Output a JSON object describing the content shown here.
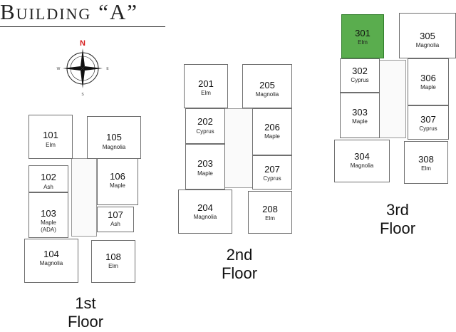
{
  "title": "Building “A”",
  "compass": {
    "n": "N",
    "s": "S",
    "e": "E",
    "w": "W",
    "accent": "#d62020"
  },
  "floors": {
    "first": {
      "line1": "1st",
      "line2": "Floor"
    },
    "second": {
      "line1": "2nd",
      "line2": "Floor"
    },
    "third": {
      "line1": "3rd",
      "line2": "Floor"
    }
  },
  "rooms": {
    "r101": {
      "num": "101",
      "name": "Elm"
    },
    "r102": {
      "num": "102",
      "name": "Ash"
    },
    "r103": {
      "num": "103",
      "name": "Maple",
      "note": "(ADA)"
    },
    "r104": {
      "num": "104",
      "name": "Magnolia"
    },
    "r105": {
      "num": "105",
      "name": "Magnolia"
    },
    "r106": {
      "num": "106",
      "name": "Maple"
    },
    "r107": {
      "num": "107",
      "name": "Ash"
    },
    "r108": {
      "num": "108",
      "name": "Elm"
    },
    "r201": {
      "num": "201",
      "name": "Elm"
    },
    "r202": {
      "num": "202",
      "name": "Cyprus"
    },
    "r203": {
      "num": "203",
      "name": "Maple"
    },
    "r204": {
      "num": "204",
      "name": "Magnolia"
    },
    "r205": {
      "num": "205",
      "name": "Magnolia"
    },
    "r206": {
      "num": "206",
      "name": "Maple"
    },
    "r207": {
      "num": "207",
      "name": "Cyprus"
    },
    "r208": {
      "num": "208",
      "name": "Elm"
    },
    "r301": {
      "num": "301",
      "name": "Elm"
    },
    "r302": {
      "num": "302",
      "name": "Cyprus"
    },
    "r303": {
      "num": "303",
      "name": "Maple"
    },
    "r304": {
      "num": "304",
      "name": "Magnolia"
    },
    "r305": {
      "num": "305",
      "name": "Magnolia"
    },
    "r306": {
      "num": "306",
      "name": "Maple"
    },
    "r307": {
      "num": "307",
      "name": "Cyprus"
    },
    "r308": {
      "num": "308",
      "name": "Elm"
    }
  },
  "selected_room": "301",
  "colors": {
    "selected_fill": "#5aad4e",
    "wall": "#6f6f6f",
    "divider": "#2b4a8a"
  }
}
